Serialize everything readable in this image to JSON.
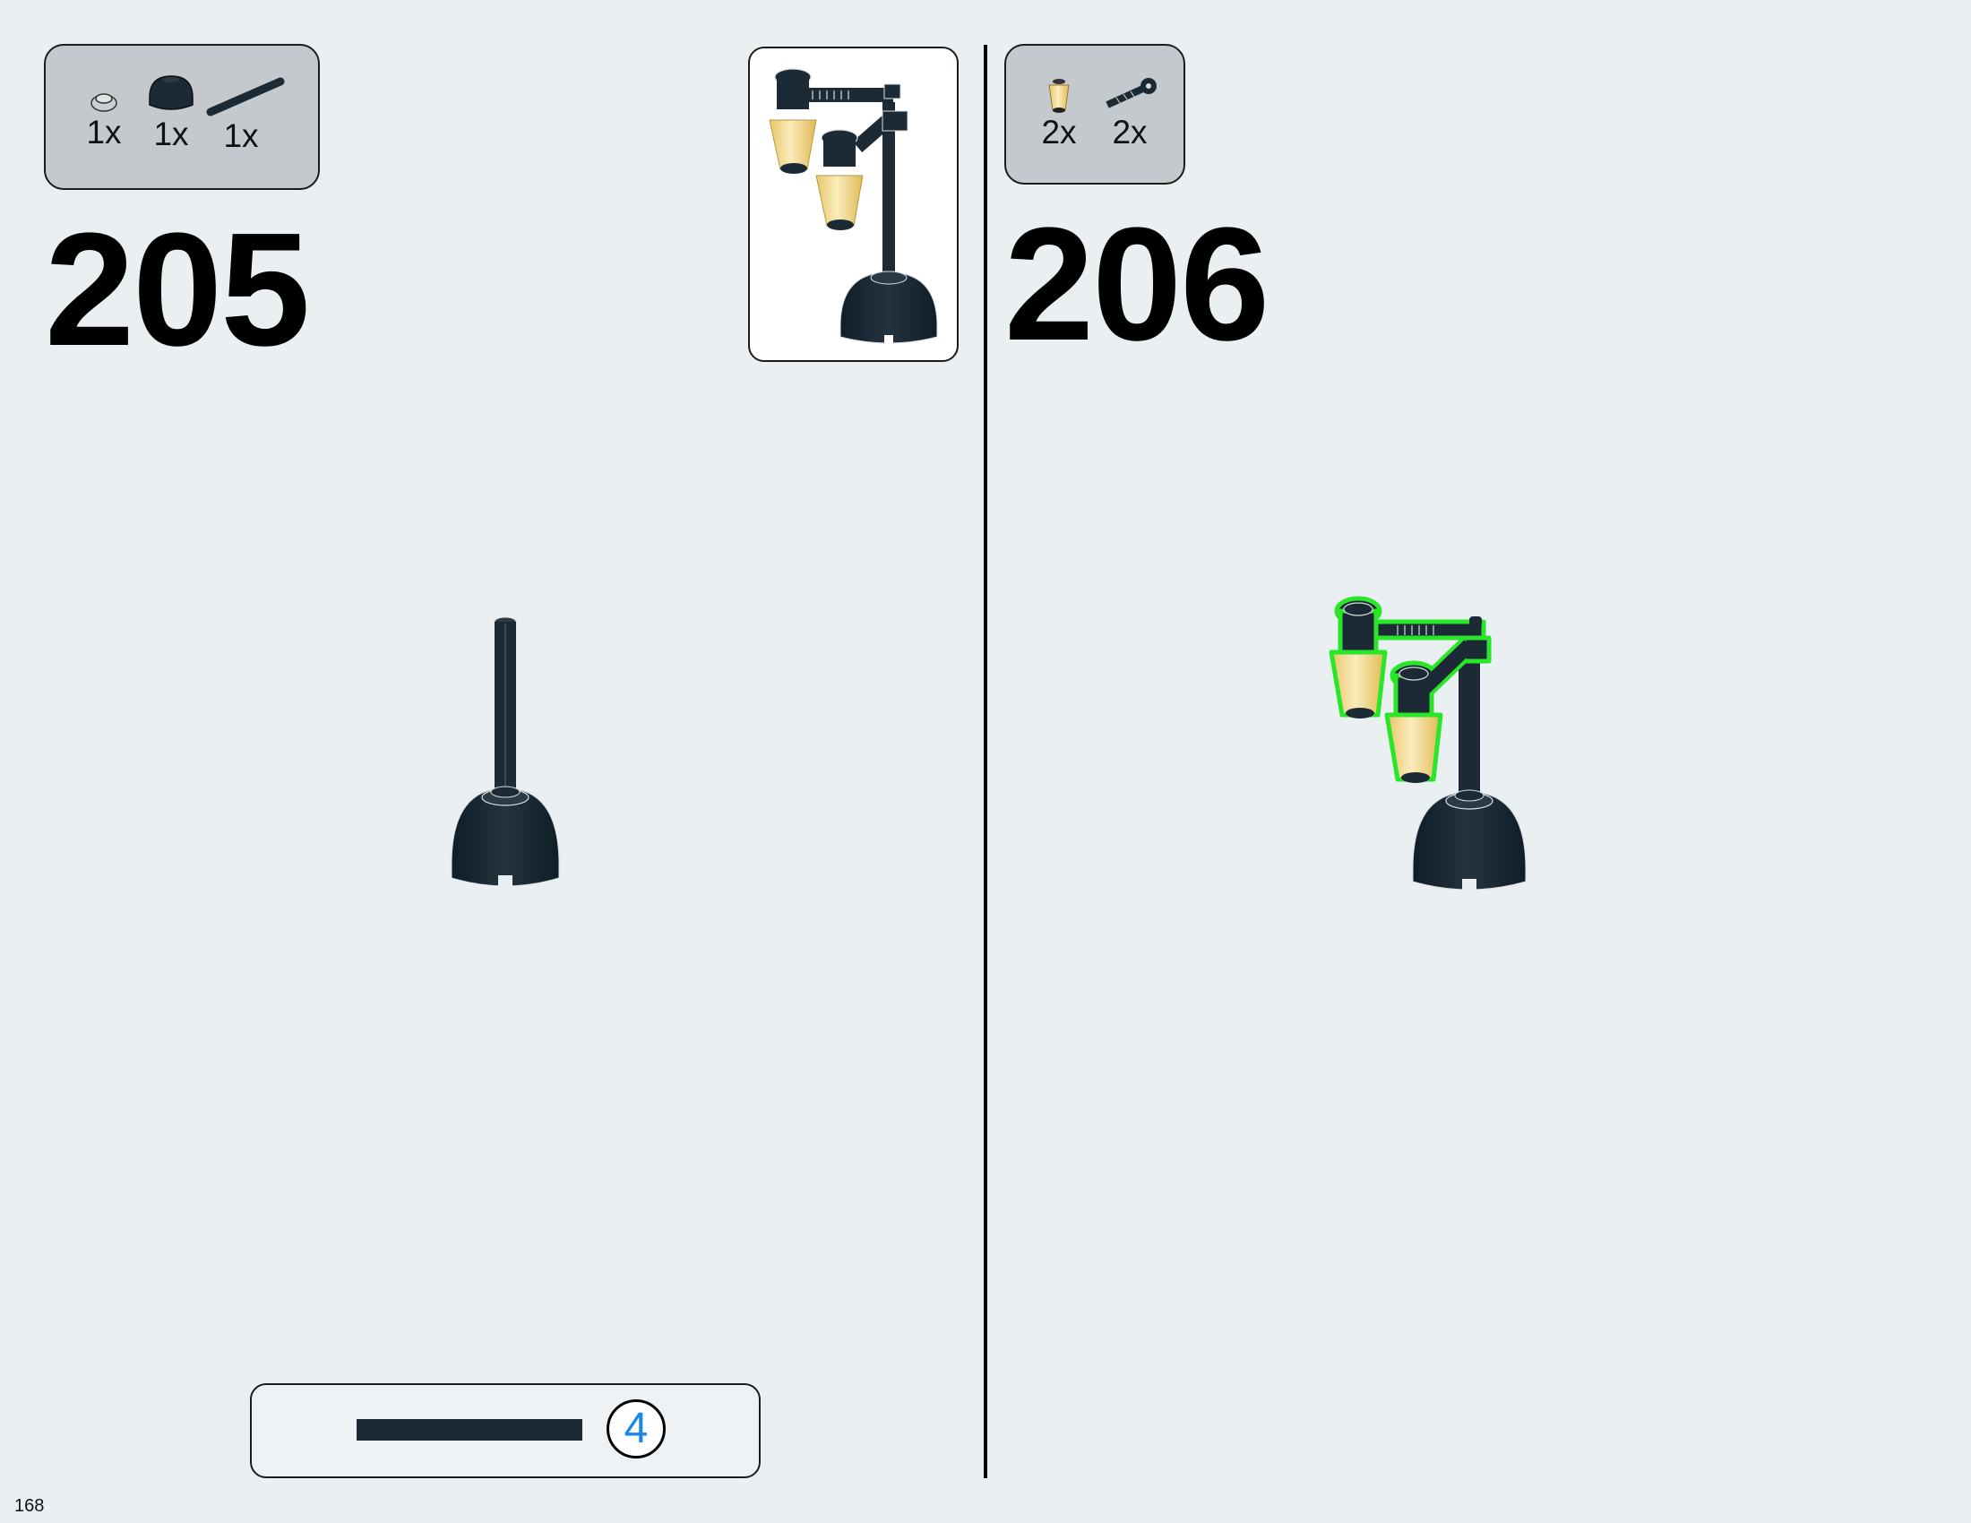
{
  "page_number": "168",
  "steps": [
    {
      "number": "205",
      "parts": [
        {
          "icon": "round-plate-1x1-icon",
          "qty": "1x"
        },
        {
          "icon": "dome-brick-2x2-icon",
          "qty": "1x"
        },
        {
          "icon": "bar-rod-icon",
          "qty": "1x"
        }
      ],
      "measure_length": "4"
    },
    {
      "number": "206",
      "parts": [
        {
          "icon": "trans-yellow-cone-icon",
          "qty": "2x"
        },
        {
          "icon": "clip-bar-arm-icon",
          "qty": "2x"
        }
      ]
    }
  ],
  "colors": {
    "background": "#eaeff2",
    "parts_panel": "#c4c9cd",
    "dark_part": "#1b2a35",
    "trans_yellow": "#f2d585",
    "highlight": "#29e629",
    "measure_number": "#1787e8"
  }
}
